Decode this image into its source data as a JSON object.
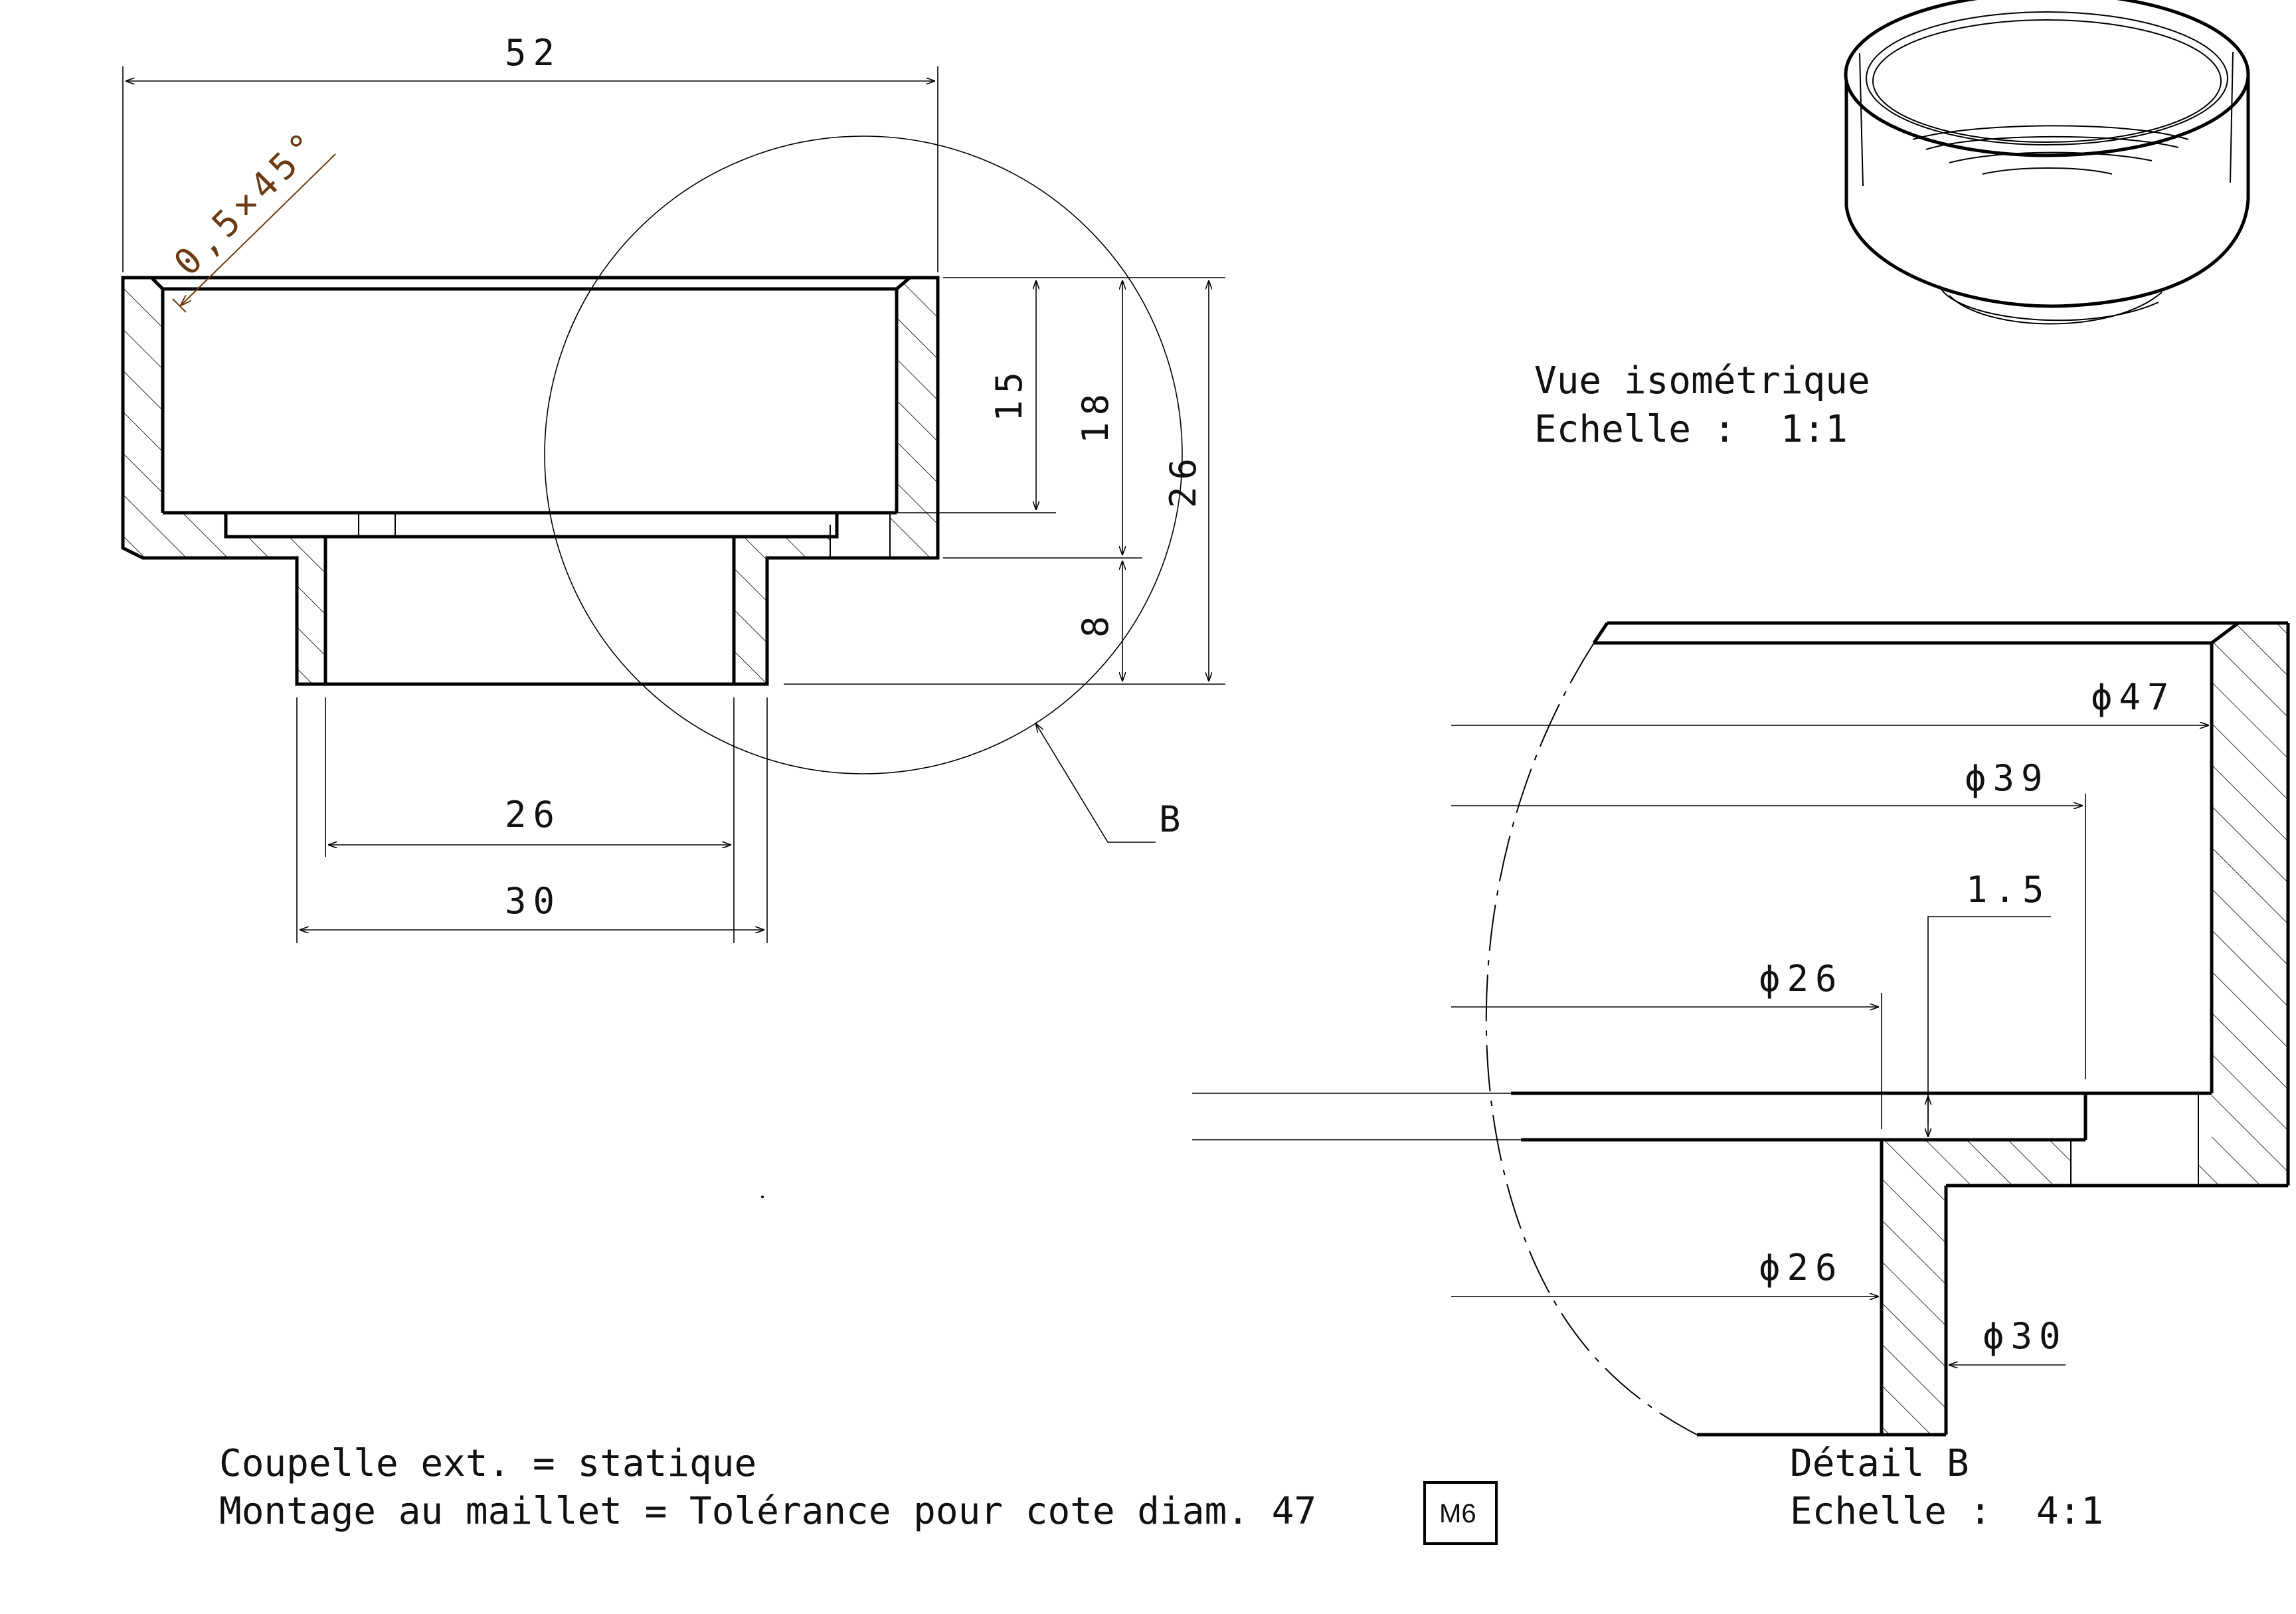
{
  "section_view": {
    "dims": {
      "overall_width": "52",
      "inner_height": "15",
      "groove_height": "18",
      "total_height": "26",
      "boss_height": "8",
      "bore_diameter": "26",
      "boss_diameter": "30"
    },
    "chamfer": "0,5×45°",
    "detail_callout": "B"
  },
  "isometric": {
    "title": "Vue isométrique",
    "scale": "Echelle :  1:1"
  },
  "detail_b": {
    "dims": {
      "outer_diameter": "ϕ47",
      "groove_diameter": "ϕ39",
      "step": "1.5",
      "upper_bore": "ϕ26",
      "lower_bore": "ϕ26",
      "boss_diameter": "ϕ30"
    },
    "title": "Détail B",
    "scale": "Echelle :  4:1"
  },
  "notes": {
    "line1": "Coupelle ext. = statique",
    "line2": "Montage au maillet = Tolérance pour cote diam. 47",
    "tolerance_box": "M6"
  }
}
